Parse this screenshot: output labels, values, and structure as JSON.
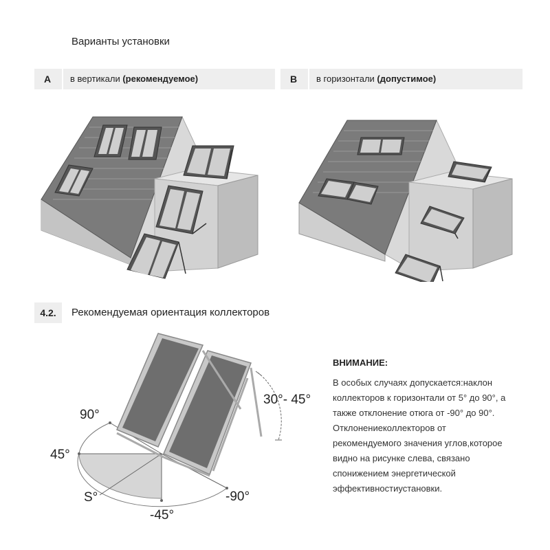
{
  "section": {
    "title": "Варианты установки"
  },
  "options": [
    {
      "letter": "A",
      "text": "в вертикали ",
      "emph": "(рекомендуемое)"
    },
    {
      "letter": "B",
      "text": "в горизонтали ",
      "emph": "(допустимое)"
    }
  ],
  "orientation": {
    "number": "4.2.",
    "title": "Рекомендуемая ориентация коллекторов",
    "angles": {
      "tilt": "30°- 45°",
      "az_90": "90°",
      "az_45": "45°",
      "south": "S°",
      "az_m45": "-45°",
      "az_m90": "-90°"
    }
  },
  "attention": {
    "title": "ВНИМАНИЕ:",
    "lines": [
      "В особых случаях допускается:наклон",
      "коллекторов к горизонтали от 5° до 90°, а",
      "также отклонение отюга от -90° до 90°.",
      "Отклонениеколлекторов от",
      "рекомендуемого значения углов,которое",
      "видно на рисунке слева, связано",
      "спонижением энергетической",
      "эффективностиустановки."
    ]
  }
}
